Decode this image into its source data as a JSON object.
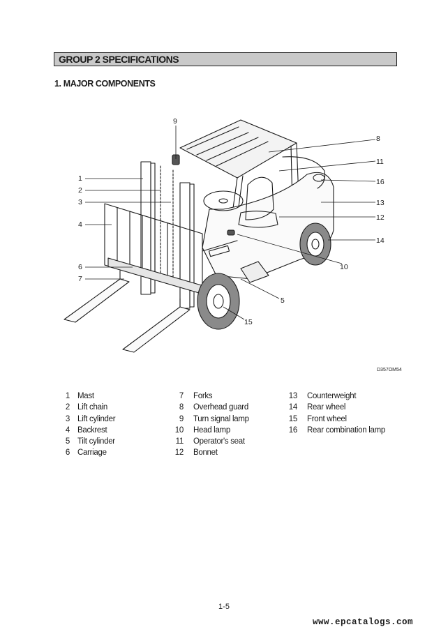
{
  "header": {
    "group_title": "GROUP 2  SPECIFICATIONS"
  },
  "section": {
    "title": "1. MAJOR COMPONENTS"
  },
  "figure": {
    "code": "D357OM54",
    "callouts": [
      "1",
      "2",
      "3",
      "4",
      "5",
      "6",
      "7",
      "8",
      "9",
      "10",
      "11",
      "12",
      "13",
      "14",
      "15",
      "16"
    ]
  },
  "legend": {
    "col_a": [
      {
        "num": "1",
        "name": "Mast"
      },
      {
        "num": "2",
        "name": "Lift chain"
      },
      {
        "num": "3",
        "name": "Lift cylinder"
      },
      {
        "num": "4",
        "name": "Backrest"
      },
      {
        "num": "5",
        "name": "Tilt cylinder"
      },
      {
        "num": "6",
        "name": "Carriage"
      }
    ],
    "col_b": [
      {
        "num": "7",
        "name": "Forks"
      },
      {
        "num": "8",
        "name": "Overhead guard"
      },
      {
        "num": "9",
        "name": "Turn signal lamp"
      },
      {
        "num": "10",
        "name": "Head lamp"
      },
      {
        "num": "11",
        "name": "Operator's seat"
      },
      {
        "num": "12",
        "name": "Bonnet"
      }
    ],
    "col_c": [
      {
        "num": "13",
        "name": "Counterweight"
      },
      {
        "num": "14",
        "name": "Rear wheel"
      },
      {
        "num": "15",
        "name": "Front wheel"
      },
      {
        "num": "16",
        "name": "Rear combination lamp"
      }
    ]
  },
  "footer": {
    "page_number": "1-5",
    "watermark": "www.epcatalogs.com"
  }
}
